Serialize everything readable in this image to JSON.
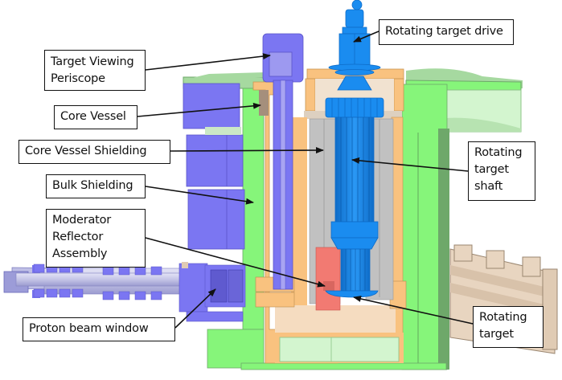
{
  "figure": {
    "subject": "Spallation neutron source target station cross-section",
    "colors": {
      "bulk_shielding": "#86f57a",
      "bulk_shielding_dark": "#6ea86a",
      "core_vessel": "#f9c27f",
      "core_vessel_shielding": "#c1c1c1",
      "rotating_target": "#1a8cf0",
      "rotating_target_dark": "#0e6cc8",
      "periscope_blue": "#7b76f2",
      "moderator_reflector": "#f27a72",
      "steel_tan": "#e8d5c0",
      "light_green": "#d3f5cf",
      "pale_green_roof": "#a6d9a0",
      "beamline_gray": "#c8c8e8"
    }
  },
  "labels": {
    "rotating_target_drive": "Rotating target drive",
    "target_viewing_periscope": "Target Viewing\nPeriscope",
    "core_vessel": "Core Vessel",
    "core_vessel_shielding": "Core Vessel Shielding",
    "bulk_shielding": "Bulk Shielding",
    "moderator_reflector_assembly": "Moderator\nReflector\nAssembly",
    "proton_beam_window": "Proton beam window",
    "rotating_target_shaft": "Rotating\ntarget\nshaft",
    "rotating_target": "Rotating\ntarget"
  }
}
